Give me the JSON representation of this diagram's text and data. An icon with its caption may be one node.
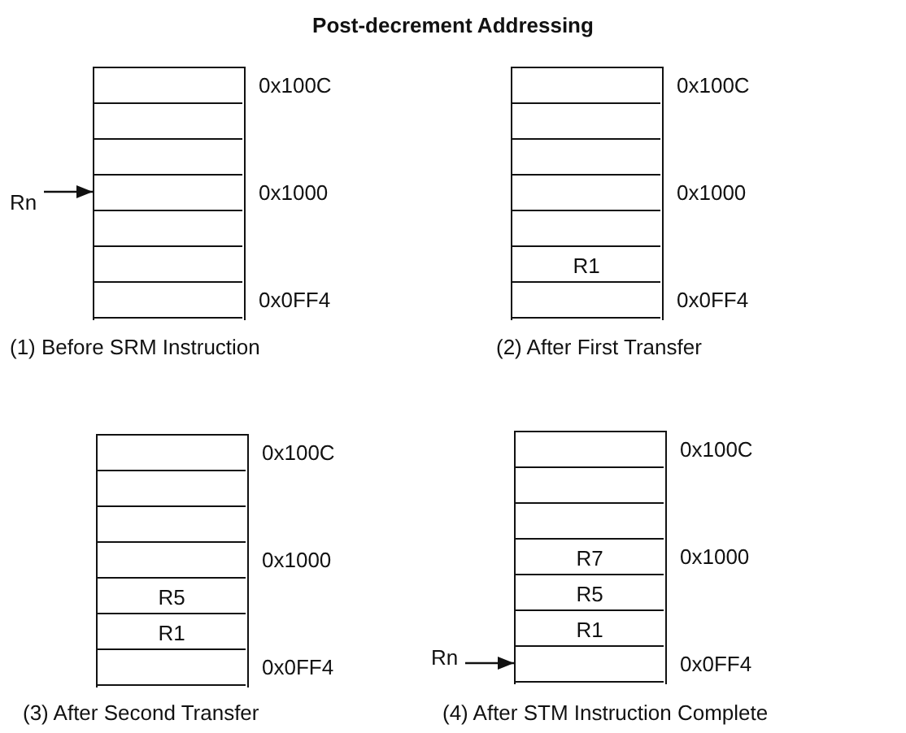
{
  "diagram": {
    "title": "Post-decrement Addressing",
    "nodes": [
      {
        "text": [
          "Rn"
        ]
      },
      {
        "text": [],
        "shape": "box",
        "beside": [
          "(1) Before SRM Instruction"
        ]
      },
      {
        "text": [],
        "shape": "box",
        "in": 1,
        "beside": [
          "0x100C"
        ]
      },
      {
        "text": [],
        "shape": "box",
        "in": 1
      },
      {
        "text": [],
        "shape": "box",
        "in": 1
      },
      {
        "text": [],
        "shape": "box",
        "in": 1,
        "beside": [
          "0x1000"
        ]
      },
      {
        "text": [],
        "shape": "box",
        "in": 1
      },
      {
        "text": [],
        "shape": "box",
        "in": 1
      },
      {
        "text": [],
        "shape": "box",
        "in": 1,
        "beside": [
          "0x0FF4"
        ]
      },
      {
        "text": [],
        "shape": "box",
        "beside": [
          "(2) After First Transfer"
        ]
      },
      {
        "text": [],
        "shape": "box",
        "in": 9,
        "beside": [
          "0x100C"
        ]
      },
      {
        "text": [],
        "shape": "box",
        "in": 9
      },
      {
        "text": [],
        "shape": "box",
        "in": 9
      },
      {
        "text": [],
        "shape": "box",
        "in": 9,
        "beside": [
          "0x1000"
        ]
      },
      {
        "text": [],
        "shape": "box",
        "in": 9
      },
      {
        "text": [
          "R1"
        ],
        "in": 9
      },
      {
        "text": [],
        "shape": "box",
        "in": 9,
        "beside": [
          "0x0FF4"
        ]
      },
      {
        "text": [],
        "shape": "box",
        "beside": [
          "(3) After Second Transfer"
        ]
      },
      {
        "text": [],
        "shape": "box",
        "in": 17,
        "beside": [
          "0x100C"
        ]
      },
      {
        "text": [],
        "shape": "box",
        "in": 17
      },
      {
        "text": [],
        "shape": "box",
        "in": 17
      },
      {
        "text": [],
        "shape": "box",
        "in": 17,
        "beside": [
          "0x1000"
        ]
      },
      {
        "text": [
          "R5"
        ],
        "in": 17
      },
      {
        "text": [
          "R1"
        ],
        "in": 17
      },
      {
        "text": [],
        "shape": "box",
        "in": 17,
        "beside": [
          "0x0FF4"
        ]
      },
      {
        "text": [
          "Rn"
        ]
      },
      {
        "text": [],
        "shape": "box",
        "beside": [
          "(4) After STM Instruction Complete"
        ]
      },
      {
        "text": [],
        "shape": "box",
        "in": 26,
        "beside": [
          "0x100C"
        ]
      },
      {
        "text": [],
        "shape": "box",
        "in": 26
      },
      {
        "text": [],
        "shape": "box",
        "in": 26
      },
      {
        "text": [
          "R7"
        ],
        "in": 26,
        "beside": [
          "0x1000"
        ]
      },
      {
        "text": [
          "R5"
        ],
        "in": 26
      },
      {
        "text": [
          "R1"
        ],
        "in": 26
      },
      {
        "text": [],
        "shape": "box",
        "in": 26,
        "beside": [
          "0x0FF4"
        ]
      }
    ],
    "edges": [
      {
        "from": 0,
        "to": 5,
        "arrow": "to"
      },
      {
        "from": 25,
        "to": 33,
        "arrow": "to"
      }
    ]
  }
}
